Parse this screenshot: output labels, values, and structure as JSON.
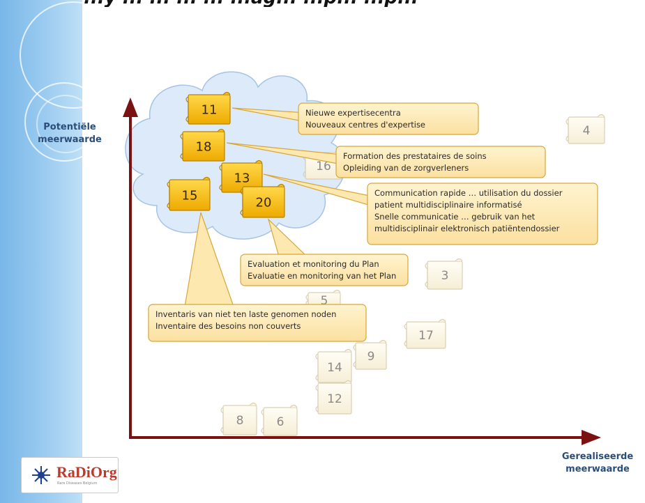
{
  "title_fragment": "...y ... ... ... ... ...ag... ...p... ...p...",
  "y_axis_label": [
    "Potentiële",
    "meerwaarde"
  ],
  "x_axis_label": [
    "Gerealiseerde",
    "meerwaarde"
  ],
  "highlighted_items": [
    {
      "num": "11"
    },
    {
      "num": "18"
    },
    {
      "num": "13"
    },
    {
      "num": "15"
    },
    {
      "num": "20"
    }
  ],
  "other_items": [
    {
      "num": "4"
    },
    {
      "num": "16"
    },
    {
      "num": "3"
    },
    {
      "num": "5"
    },
    {
      "num": "17"
    },
    {
      "num": "9"
    },
    {
      "num": "14"
    },
    {
      "num": "12"
    },
    {
      "num": "8"
    },
    {
      "num": "6"
    }
  ],
  "callouts": [
    {
      "id": "11",
      "lines": [
        "Nieuwe expertisecentra",
        "Nouveaux centres d'expertise"
      ]
    },
    {
      "id": "18",
      "lines": [
        "Formation des prestataires de soins",
        "Opleiding van de zorgverleners"
      ]
    },
    {
      "id": "13",
      "lines": [
        "Communication rapide … utilisation du dossier",
        "patient multidisciplinaire informatisé",
        "Snelle communicatie … gebruik van het",
        "multidisciplinair elektronisch patiëntendossier"
      ]
    },
    {
      "id": "20",
      "lines": [
        "Evaluation et monitoring du Plan",
        "Evaluatie en monitoring van het Plan"
      ]
    },
    {
      "id": "15",
      "lines": [
        "Inventaris van niet ten laste genomen noden",
        "Inventaire des besoins non couverts"
      ]
    }
  ],
  "logo": {
    "text": "RaDiOrg",
    "subtext": "Rare Diseases Belgium"
  },
  "colors": {
    "axis": "#7b1212",
    "highlight": "#f5b800",
    "callout_fill": "#fde8b0",
    "callout_border": "#d7a63a",
    "cloud": "#dbe9f8"
  }
}
